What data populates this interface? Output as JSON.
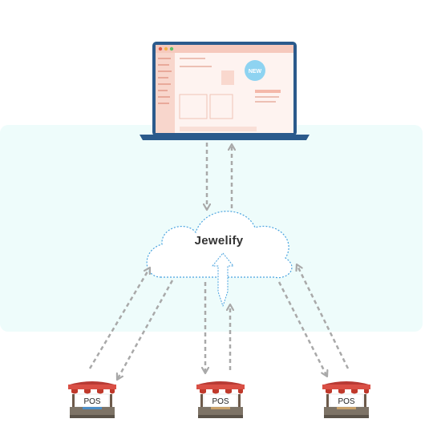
{
  "diagram": {
    "cloud": {
      "label": "Jewelify"
    },
    "laptop": {
      "badge": "NEW"
    },
    "terminals": [
      {
        "label": "POS"
      },
      {
        "label": "POS"
      },
      {
        "label": "POS"
      }
    ],
    "colors": {
      "band": "#eefcfb",
      "arrow": "#a9a9a9",
      "cloud_border": "#4aa3df",
      "laptop_frame": "#2b5a8c",
      "screen_tint": "#fde9e3",
      "awning": "#c0392b"
    }
  }
}
